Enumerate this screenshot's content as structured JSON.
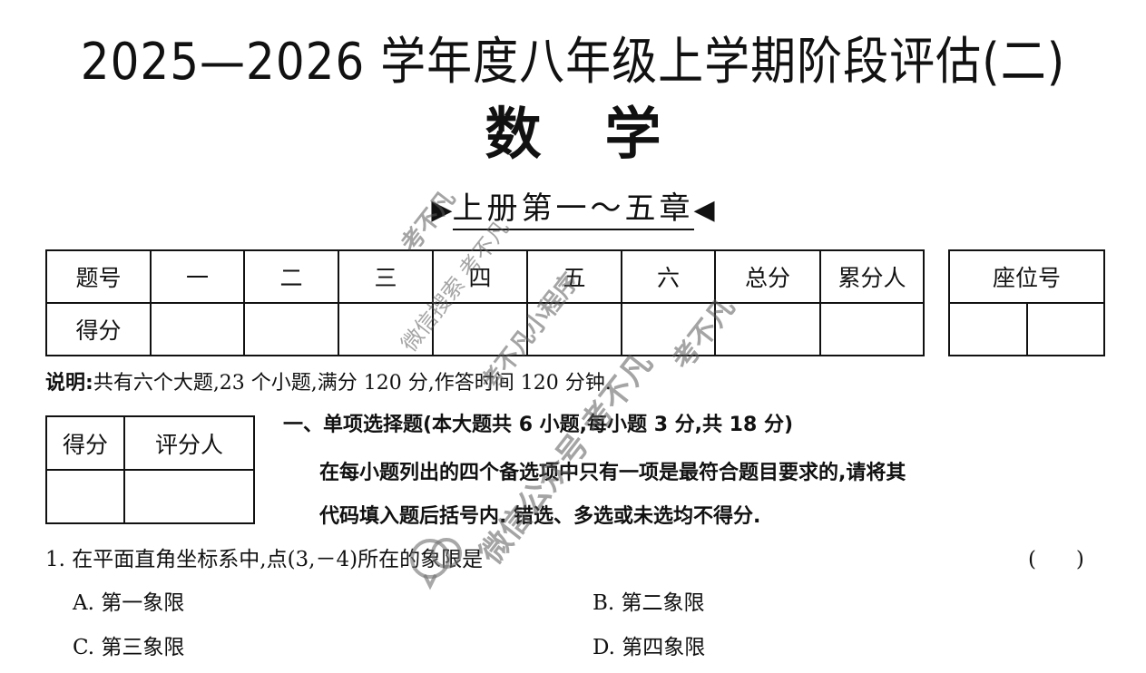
{
  "header": {
    "exam_title": "2025—2026 学年度八年级上学期阶段评估(二)",
    "subject": "数学",
    "scope_left_marker": "▶",
    "scope": "上册第一～五章",
    "scope_right_marker": "◀"
  },
  "score_table": {
    "row_header_label": "题号",
    "columns": [
      "一",
      "二",
      "三",
      "四",
      "五",
      "六",
      "总分",
      "累分人"
    ],
    "score_row_label": "得分",
    "score_values": [
      "",
      "",
      "",
      "",
      "",
      "",
      "",
      ""
    ]
  },
  "seat_table": {
    "label": "座位号",
    "values": [
      "",
      ""
    ]
  },
  "instructions": {
    "label": "说明:",
    "text": "共有六个大题,23 个小题,满分 120 分,作答时间 120 分钟."
  },
  "grader_table": {
    "score_label": "得分",
    "grader_label": "评分人",
    "score_value": "",
    "grader_value": ""
  },
  "section_one": {
    "heading": "一、单项选择题(本大题共 6 小题,每小题 3 分,共 18 分)",
    "desc_line1": "在每小题列出的四个备选项中只有一项是最符合题目要求的,请将其",
    "desc_line2": "代码填入题后括号内. 错选、多选或未选均不得分."
  },
  "questions": [
    {
      "stem": "1. 在平面直角坐标系中,点(3,－4)所在的象限是",
      "answer_bracket": "(      )",
      "options": {
        "A": "A. 第一象限",
        "B": "B. 第二象限",
        "C": "C. 第三象限",
        "D": "D. 第四象限"
      }
    }
  ],
  "watermarks": [
    "考不凡",
    "微信搜索 考不凡",
    "考不凡小程序",
    "考不凡",
    "微信公众号 考不凡"
  ]
}
